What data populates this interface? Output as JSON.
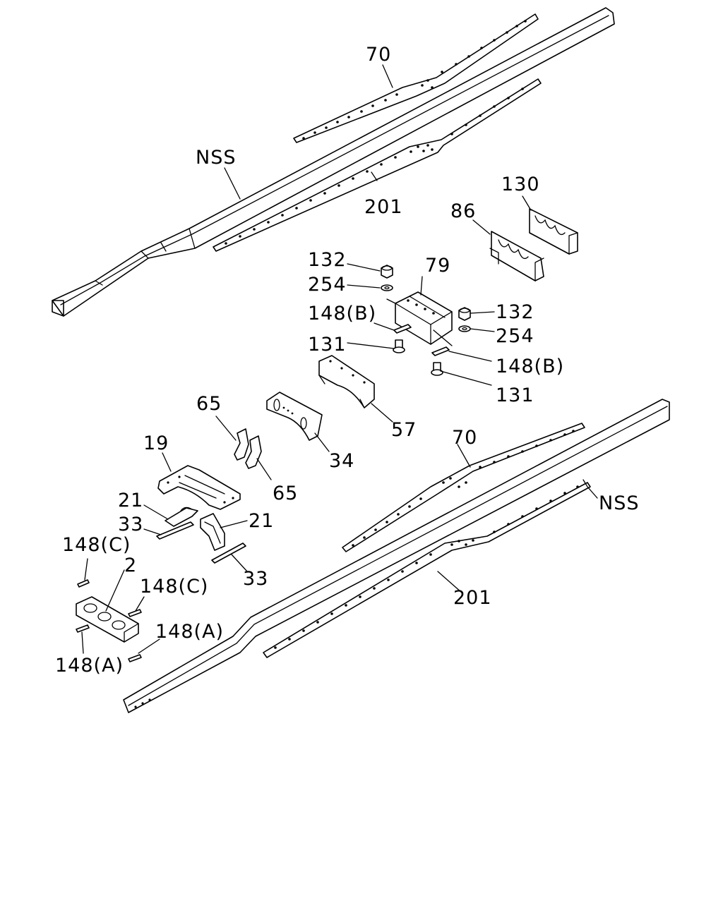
{
  "diagram": {
    "labels": {
      "nss_top": "NSS",
      "p70_top": "70",
      "p201_top": "201",
      "p130": "130",
      "p86": "86",
      "p132_left": "132",
      "p254_left": "254",
      "p79": "79",
      "p148b_left": "148(B)",
      "p131_left": "131",
      "p132_right": "132",
      "p254_right": "254",
      "p148b_right": "148(B)",
      "p131_right": "131",
      "p57": "57",
      "p65_top": "65",
      "p65_bottom": "65",
      "p34": "34",
      "p19": "19",
      "p70_bottom": "70",
      "p21_left": "21",
      "p21_right": "21",
      "p33_left": "33",
      "p33_right": "33",
      "nss_bottom": "NSS",
      "p148c_top": "148(C)",
      "p2": "2",
      "p148c_right": "148(C)",
      "p148a_right": "148(A)",
      "p148a_left": "148(A)",
      "p201_bottom": "201"
    }
  }
}
